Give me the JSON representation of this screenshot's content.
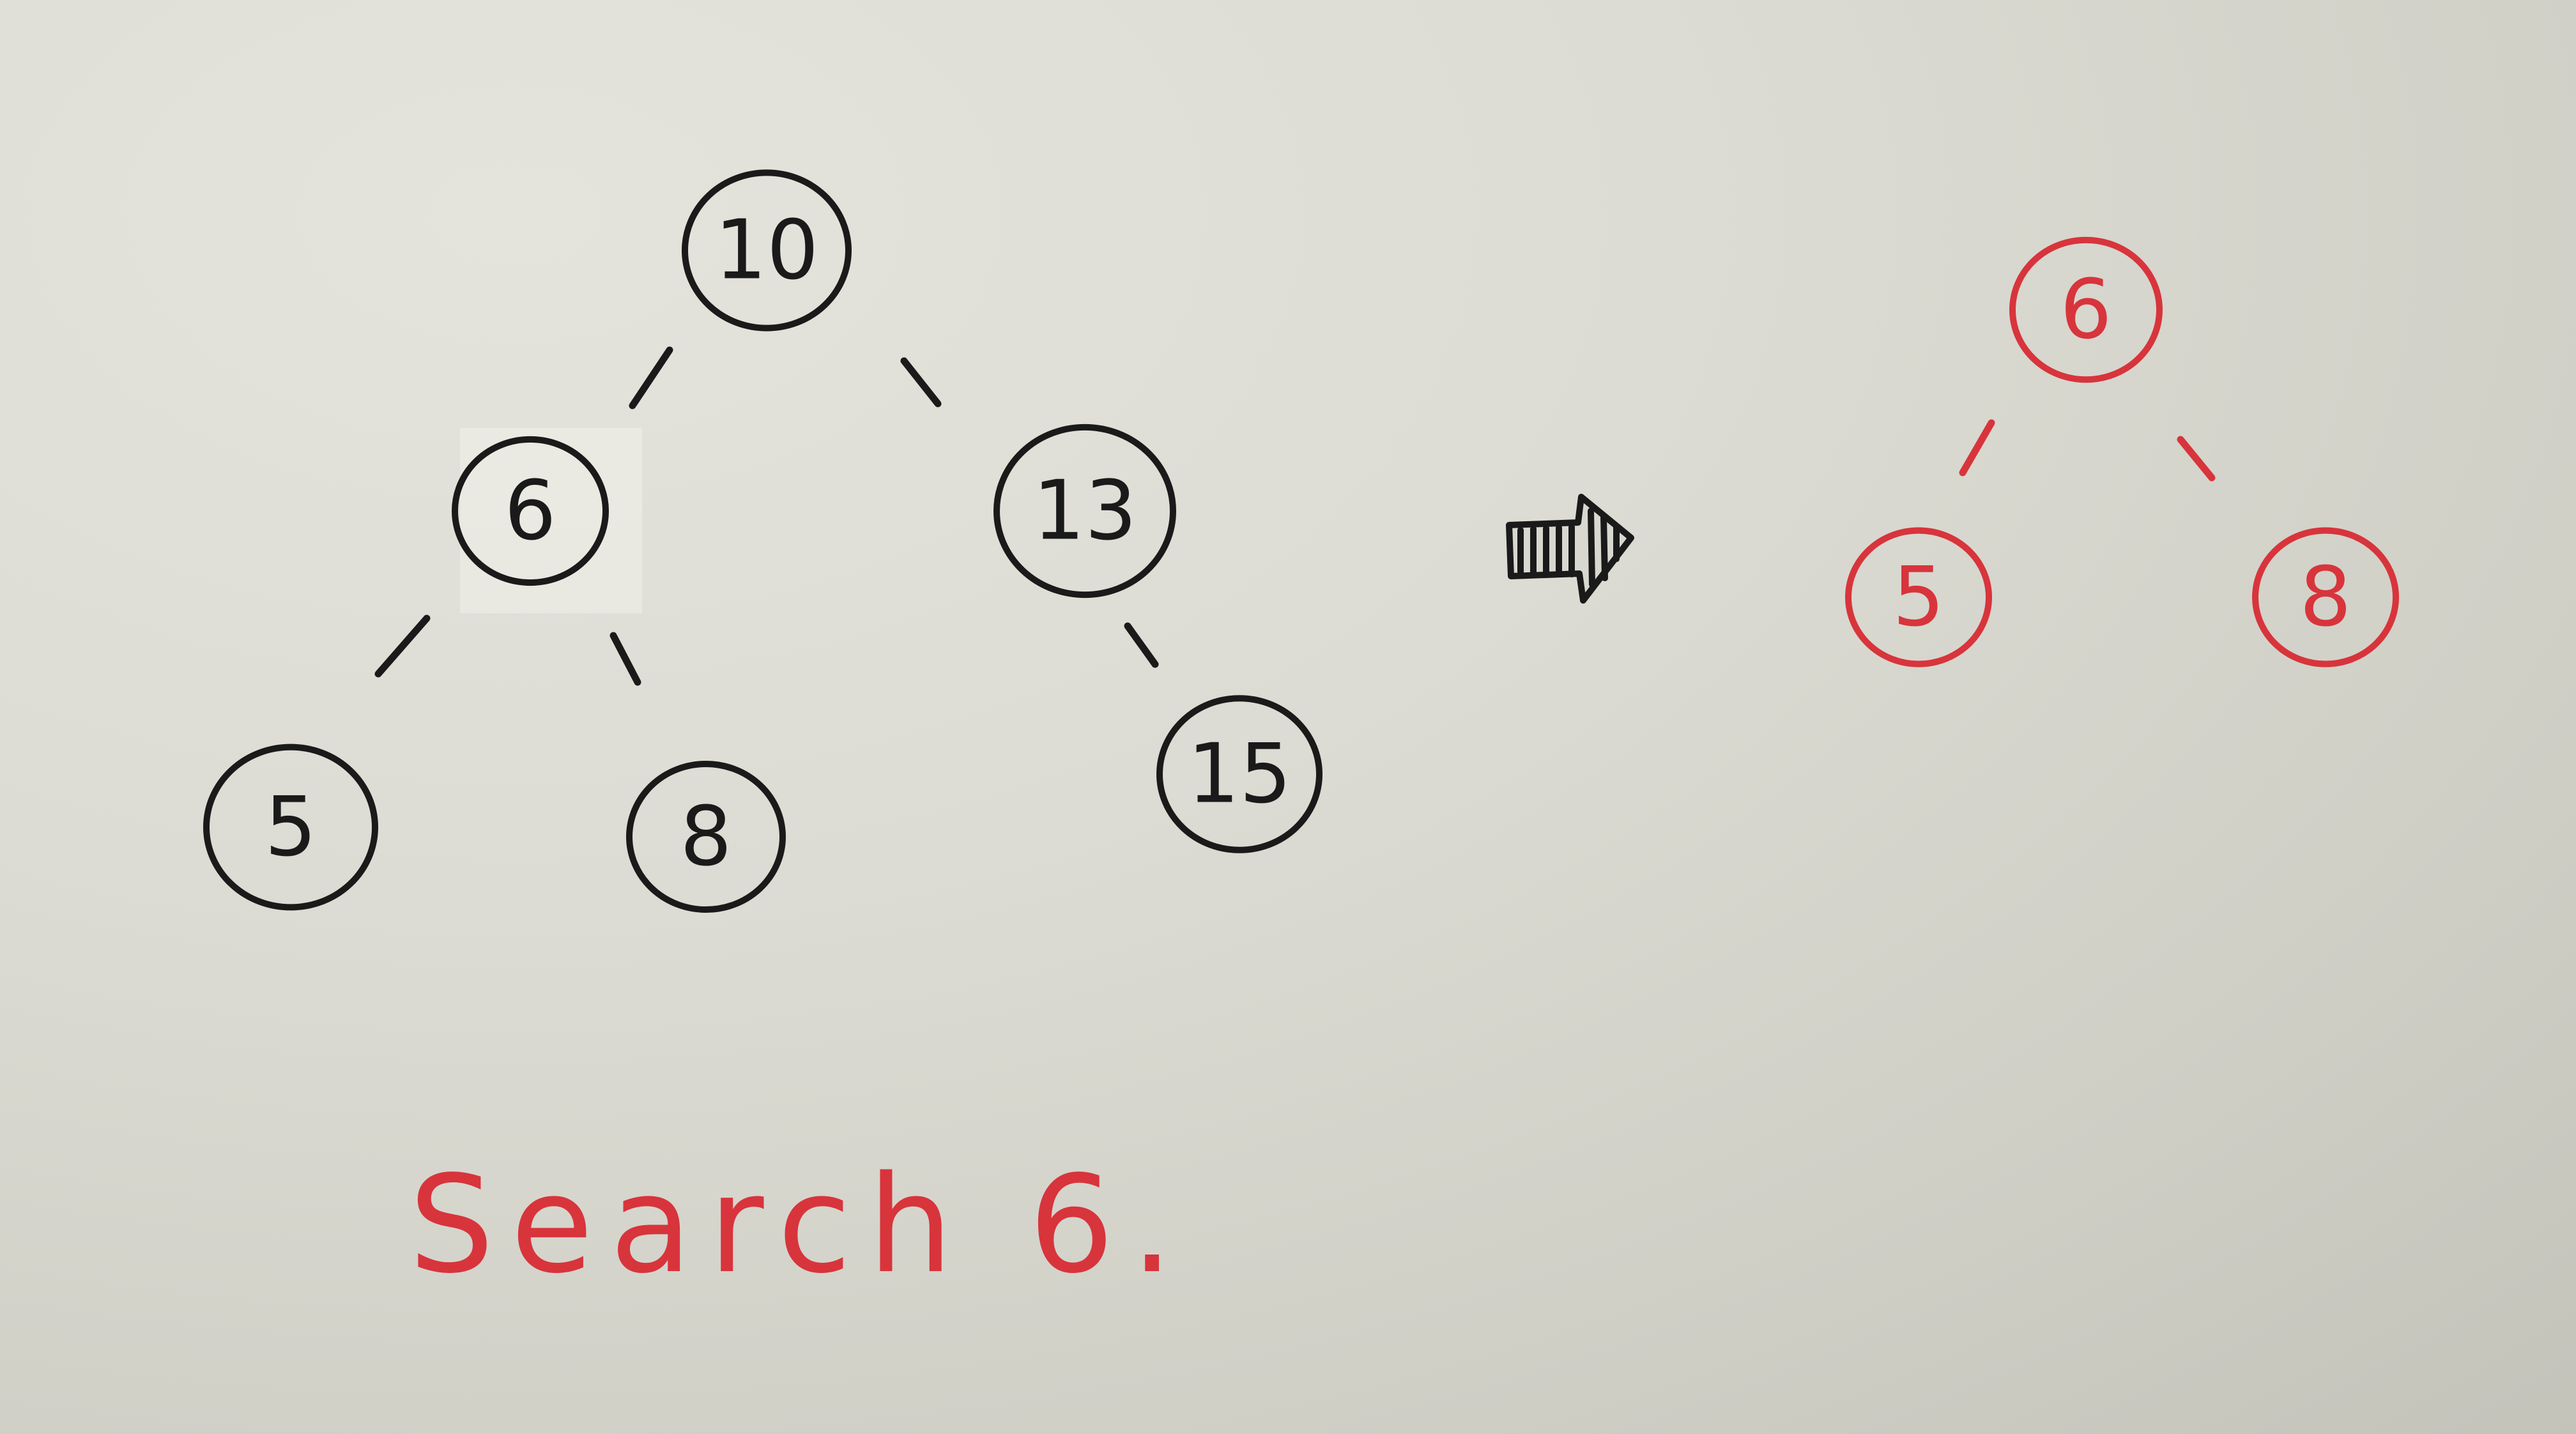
{
  "source_tree": {
    "ink_color": "#1a1a1a",
    "nodes": [
      {
        "id": "n10",
        "label": "10"
      },
      {
        "id": "n6",
        "label": "6",
        "highlighted": true
      },
      {
        "id": "n13",
        "label": "13"
      },
      {
        "id": "n5",
        "label": "5"
      },
      {
        "id": "n8",
        "label": "8"
      },
      {
        "id": "n15",
        "label": "15"
      }
    ],
    "edges": [
      {
        "from": "n10",
        "to": "n6"
      },
      {
        "from": "n10",
        "to": "n13"
      },
      {
        "from": "n6",
        "to": "n5"
      },
      {
        "from": "n6",
        "to": "n8"
      },
      {
        "from": "n13",
        "to": "n15"
      }
    ]
  },
  "result_tree": {
    "ink_color": "#d8343c",
    "nodes": [
      {
        "id": "r6",
        "label": "6"
      },
      {
        "id": "r5",
        "label": "5"
      },
      {
        "id": "r8",
        "label": "8"
      }
    ],
    "edges": [
      {
        "from": "r6",
        "to": "r5"
      },
      {
        "from": "r6",
        "to": "r8"
      }
    ]
  },
  "arrow": {
    "icon": "hatched-right-arrow-icon"
  },
  "caption": {
    "text": "Search 6.",
    "color": "#d8343c"
  }
}
